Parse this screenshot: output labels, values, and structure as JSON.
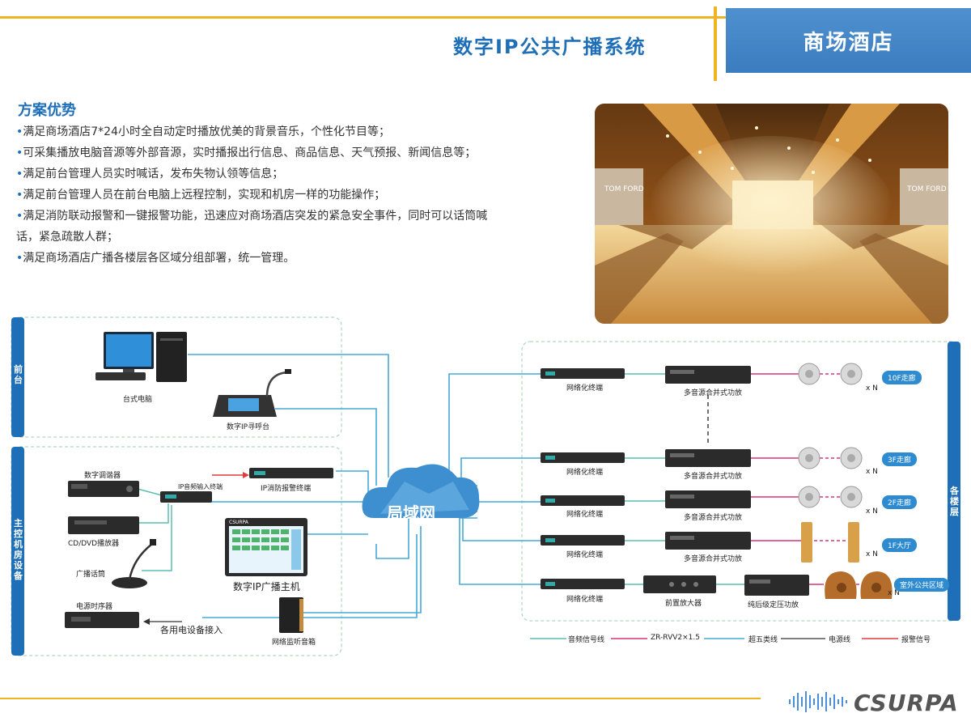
{
  "header": {
    "title": "数字IP公共广播系统",
    "badge": "商场酒店"
  },
  "advantages": {
    "heading": "方案优势",
    "items": [
      "满足商场酒店7*24小时全自动定时播放优美的背景音乐，个性化节目等；",
      "可采集播放电脑音源等外部音源，实时播报出行信息、商品信息、天气预报、新闻信息等；",
      "满足前台管理人员实时喊话，发布失物认领等信息；",
      "满足前台管理人员在前台电脑上远程控制，实现和机房一样的功能操作；",
      "满足消防联动报警和一键报警功能，迅速应对商场酒店突发的紧急安全事件，同时可以话筒喊话，紧急疏散人群；",
      "满足商场酒店广播各楼层各区域分组部署，统一管理。"
    ]
  },
  "photo": {
    "sign1": "TOM FORD",
    "sign2": "TOM FORD"
  },
  "zones": {
    "front": "前台",
    "control": "主控机房设备",
    "floors": "各楼层"
  },
  "devices": {
    "desktop": "台式电脑",
    "paging": "数字IP寻呼台",
    "tuner": "数字调谐器",
    "ip_input": "IP音频输入终端",
    "fire": "IP消防报警终端",
    "cd": "CD/DVD播放器",
    "mic": "广播话筒",
    "host": "数字IP广播主机",
    "host_logo": "CSURPA",
    "sequencer": "电源时序器",
    "sequencer_note": "各用电设备接入",
    "monitor": "网络监听音箱",
    "lan": "局域网",
    "terminal": "网络化终端",
    "amp": "多音源合并式功放",
    "preamp": "前置放大器",
    "poweramp": "纯后级定压功放",
    "xn": "x N"
  },
  "floor_tags": [
    "10F走廊",
    "3F走廊",
    "2F走廊",
    "1F大厅",
    "室外公共区域"
  ],
  "legend": {
    "audio": "音频信号线",
    "zr": "ZR-RVV2×1.5",
    "cat5": "超五类线",
    "power": "电源线",
    "alarm": "报警信号"
  },
  "logo": "CSURPA",
  "colors": {
    "brand_blue": "#1e6fb8",
    "accent_yellow": "#f0b324",
    "audio_line": "#5bbfb0",
    "speaker_line": "#d6337a",
    "cat5_line": "#46a8d8",
    "power_line": "#555555",
    "alarm_line": "#e03b3b"
  }
}
